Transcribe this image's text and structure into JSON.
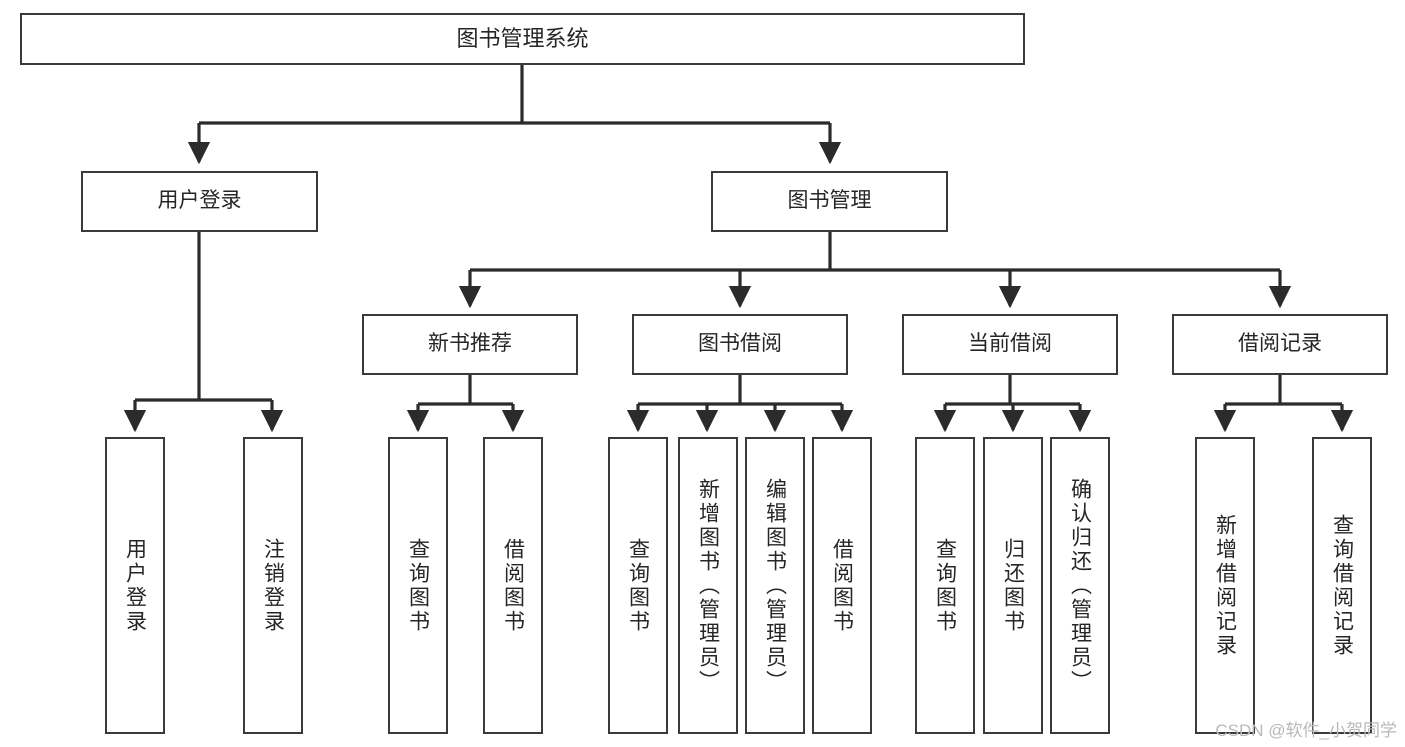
{
  "diagram": {
    "title": "图书管理系统",
    "type": "tree-hierarchy-diagram",
    "colors": {
      "box_border": "#3a3a3a",
      "box_fill": "#ffffff",
      "connector": "#2b2b2b",
      "text": "#262626",
      "watermark": "#b9b9b9",
      "background": "#ffffff"
    },
    "root": {
      "label": "图书管理系统"
    },
    "level1": [
      {
        "label": "用户登录"
      },
      {
        "label": "图书管理"
      }
    ],
    "level2": [
      {
        "label": "新书推荐"
      },
      {
        "label": "图书借阅"
      },
      {
        "label": "当前借阅"
      },
      {
        "label": "借阅记录"
      }
    ],
    "leaves": {
      "user_login": [
        {
          "label": "用户登录"
        },
        {
          "label": "注销登录"
        }
      ],
      "new_book_recommend": [
        {
          "label": "查询图书"
        },
        {
          "label": "借阅图书"
        }
      ],
      "book_borrow": [
        {
          "label": "查询图书"
        },
        {
          "label": "新增图书（管理员）"
        },
        {
          "label": "编辑图书（管理员）"
        },
        {
          "label": "借阅图书"
        }
      ],
      "current_borrow": [
        {
          "label": "查询图书"
        },
        {
          "label": "归还图书"
        },
        {
          "label": "确认归还（管理员）"
        }
      ],
      "borrow_records": [
        {
          "label": "新增借阅记录"
        },
        {
          "label": "查询借阅记录"
        }
      ]
    }
  },
  "watermark": {
    "text": "CSDN @软件_小贺同学"
  }
}
